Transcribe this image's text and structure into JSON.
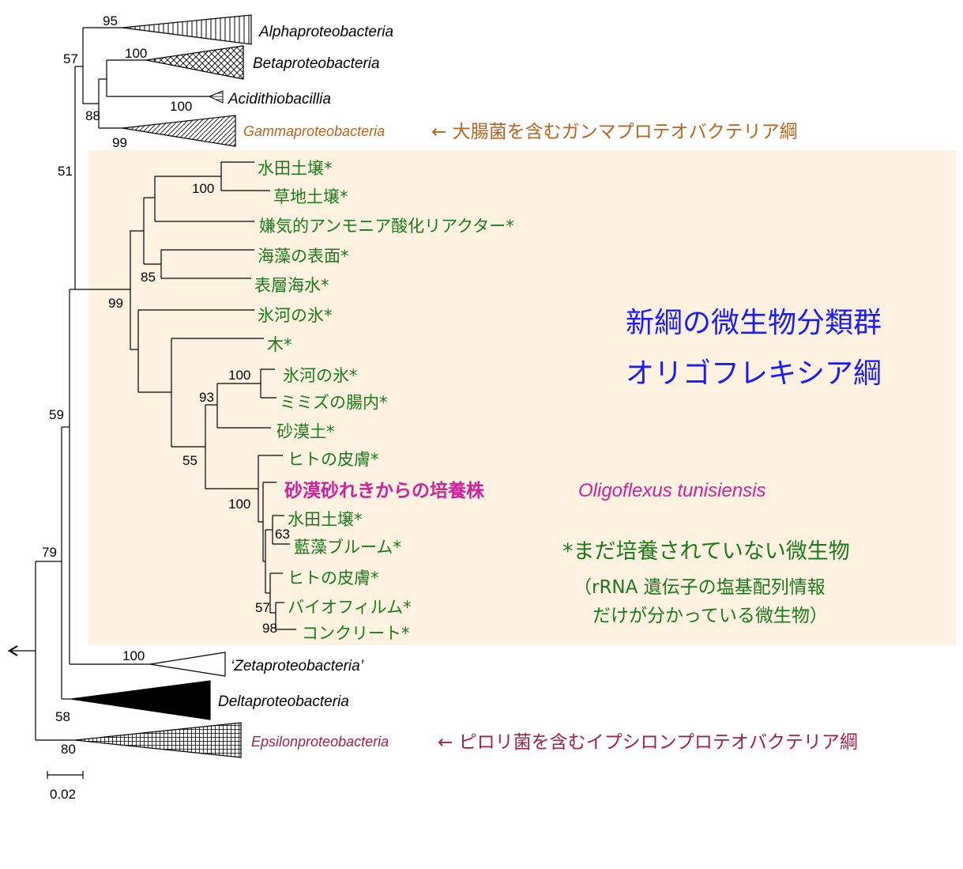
{
  "bootstrap": {
    "b95": "95",
    "b57": "57",
    "b100_beta": "100",
    "b100_acid": "100",
    "b88": "88",
    "b99_gamma": "99",
    "b51": "51",
    "b100_soil": "100",
    "b85": "85",
    "b99_main": "99",
    "b100_ice": "100",
    "b93": "93",
    "b55": "55",
    "b100_skin": "100",
    "b63": "63",
    "b57_b": "57",
    "b98": "98",
    "b59": "59",
    "b100_zeta": "100",
    "b79": "79",
    "b58": "58",
    "b80": "80"
  },
  "taxa": {
    "alpha": "Alphaproteobacteria",
    "beta": "Betaproteobacteria",
    "acid": "Acidithiobacillia",
    "gamma": "Gammaproteobacteria",
    "zeta": "‘Zetaproteobacteria’",
    "delta": "Deltaproteobacteria",
    "epsilon": "Epsilonproteobacteria"
  },
  "annotations": {
    "gamma_note": "← 大腸菌を含むガンマプロテオバクテリア綱",
    "epsilon_note": "← ピロリ菌を含むイプシロンプロテオバクテリア綱"
  },
  "leaves": {
    "l1": "水田土壌*",
    "l2": "草地土壌*",
    "l3": "嫌気的アンモニア酸化リアクター*",
    "l4": "海藻の表面*",
    "l5": "表層海水*",
    "l6": "氷河の氷*",
    "l7": "木*",
    "l8": "氷河の氷*",
    "l9": "ミミズの腸内*",
    "l10": "砂漠土*",
    "l11": "ヒトの皮膚*",
    "l12": "水田土壌*",
    "l13": "藍藻ブルーム*",
    "l14": "ヒトの皮膚*",
    "l15": "バイオフィルム*",
    "l16": "コンクリート*"
  },
  "strain": {
    "jp": "砂漠砂れきからの培養株",
    "en": "Oligoflexus tunisiensis"
  },
  "new_class": {
    "line1": "新綱の微生物分類群",
    "line2": "オリゴフレキシア綱"
  },
  "uncultured_note": {
    "line1": "*まだ培養されていない微生物",
    "line2": "（rRNA 遺伝子の塩基配列情報",
    "line3": "だけが分かっている微生物）"
  },
  "scale_bar": "0.02",
  "colors": {
    "highlight_bg": "#fdf2df",
    "leaf_green": "#1a7a1a",
    "gamma_brown": "#b5651d",
    "epsilon_crimson": "#a0204a",
    "strain_magenta": "#d0209a",
    "new_class_blue": "#1a1aff"
  }
}
